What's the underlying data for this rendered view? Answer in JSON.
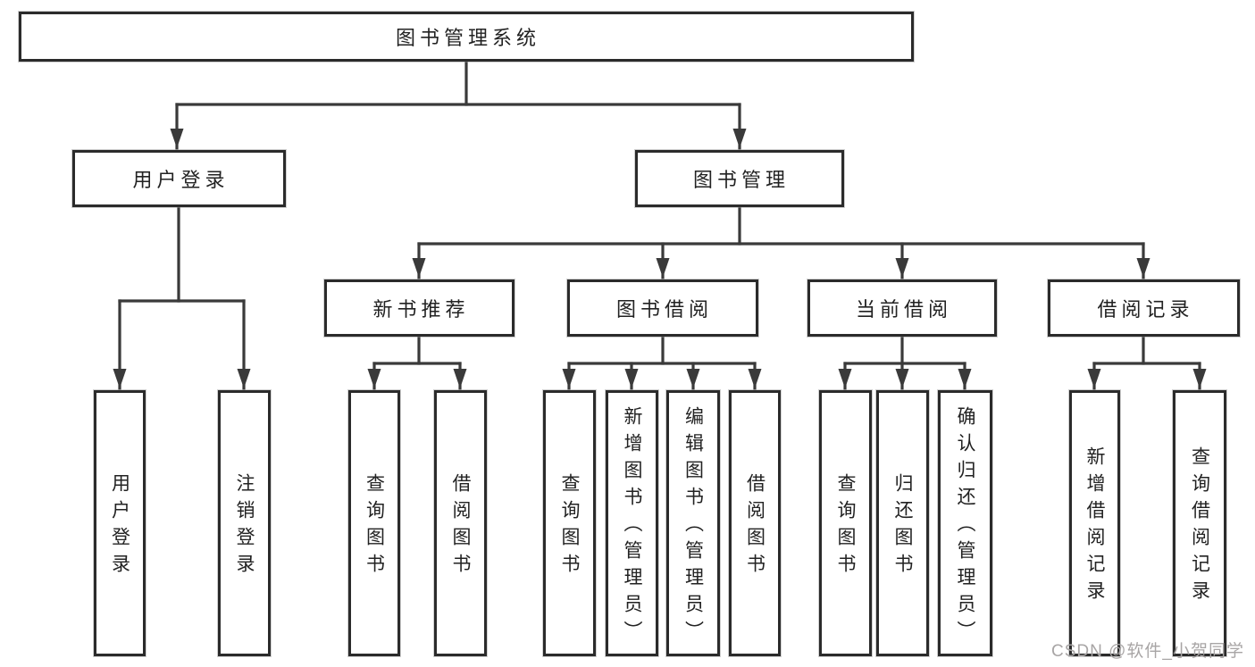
{
  "colors": {
    "line": "#3a3a3a",
    "border": "#2b2b2b",
    "text": "#222222",
    "watermark": "#a8a5a5"
  },
  "watermark": "CSDN @软件_小贺同学",
  "nodes": {
    "root": "图书管理系统",
    "user_login": "用户登录",
    "book_management": "图书管理",
    "new_book_recommendation": "新书推荐",
    "book_borrowing": "图书借阅",
    "current_borrowing": "当前借阅",
    "borrowing_records": "借阅记录",
    "user_login_children": [
      "用户登录",
      "注销登录"
    ],
    "new_book_children": [
      "查询图书",
      "借阅图书"
    ],
    "book_borrowing_children": [
      "查询图书",
      "新增图书（管理员）",
      "编辑图书（管理员）",
      "借阅图书"
    ],
    "current_borrowing_children": [
      "查询图书",
      "归还图书",
      "确认归还（管理员）"
    ],
    "borrowing_records_children": [
      "新增借阅记录",
      "查询借阅记录"
    ]
  }
}
